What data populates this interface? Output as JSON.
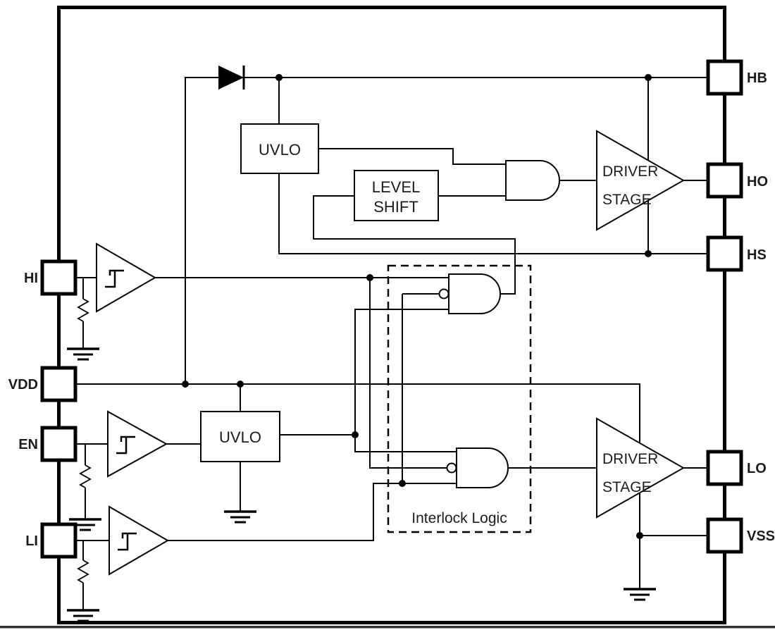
{
  "pins": {
    "left": [
      {
        "label": "HI"
      },
      {
        "label": "VDD"
      },
      {
        "label": "EN"
      },
      {
        "label": "LI"
      }
    ],
    "right": [
      {
        "label": "HB"
      },
      {
        "label": "HO"
      },
      {
        "label": "HS"
      },
      {
        "label": "LO"
      },
      {
        "label": "VSS"
      }
    ]
  },
  "blocks": {
    "uvlo_high_side": "UVLO",
    "uvlo_low_side": "UVLO",
    "level_shift": {
      "line1": "LEVEL",
      "line2": "SHIFT"
    },
    "driver_stage": {
      "line1": "DRIVER",
      "line2": "STAGE"
    },
    "interlock_logic": "Interlock Logic"
  },
  "colors": {
    "line": "#000000",
    "text": "#1c1c1c",
    "background": "#ffffff",
    "bottom_rule": "#333333"
  }
}
